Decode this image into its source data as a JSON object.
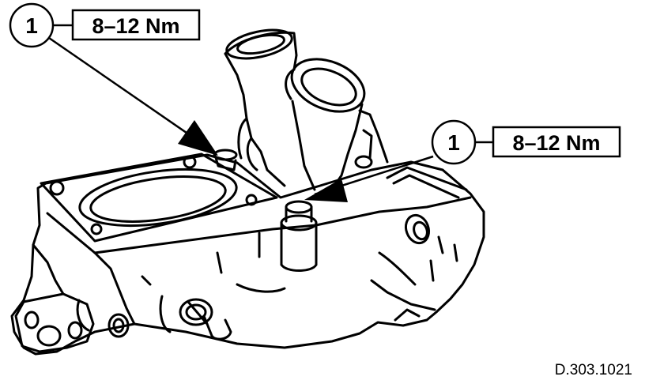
{
  "callouts": [
    {
      "number": "1",
      "torque": "8–12 Nm"
    },
    {
      "number": "1",
      "torque": "8–12 Nm"
    }
  ],
  "reference": "D.303.1021"
}
